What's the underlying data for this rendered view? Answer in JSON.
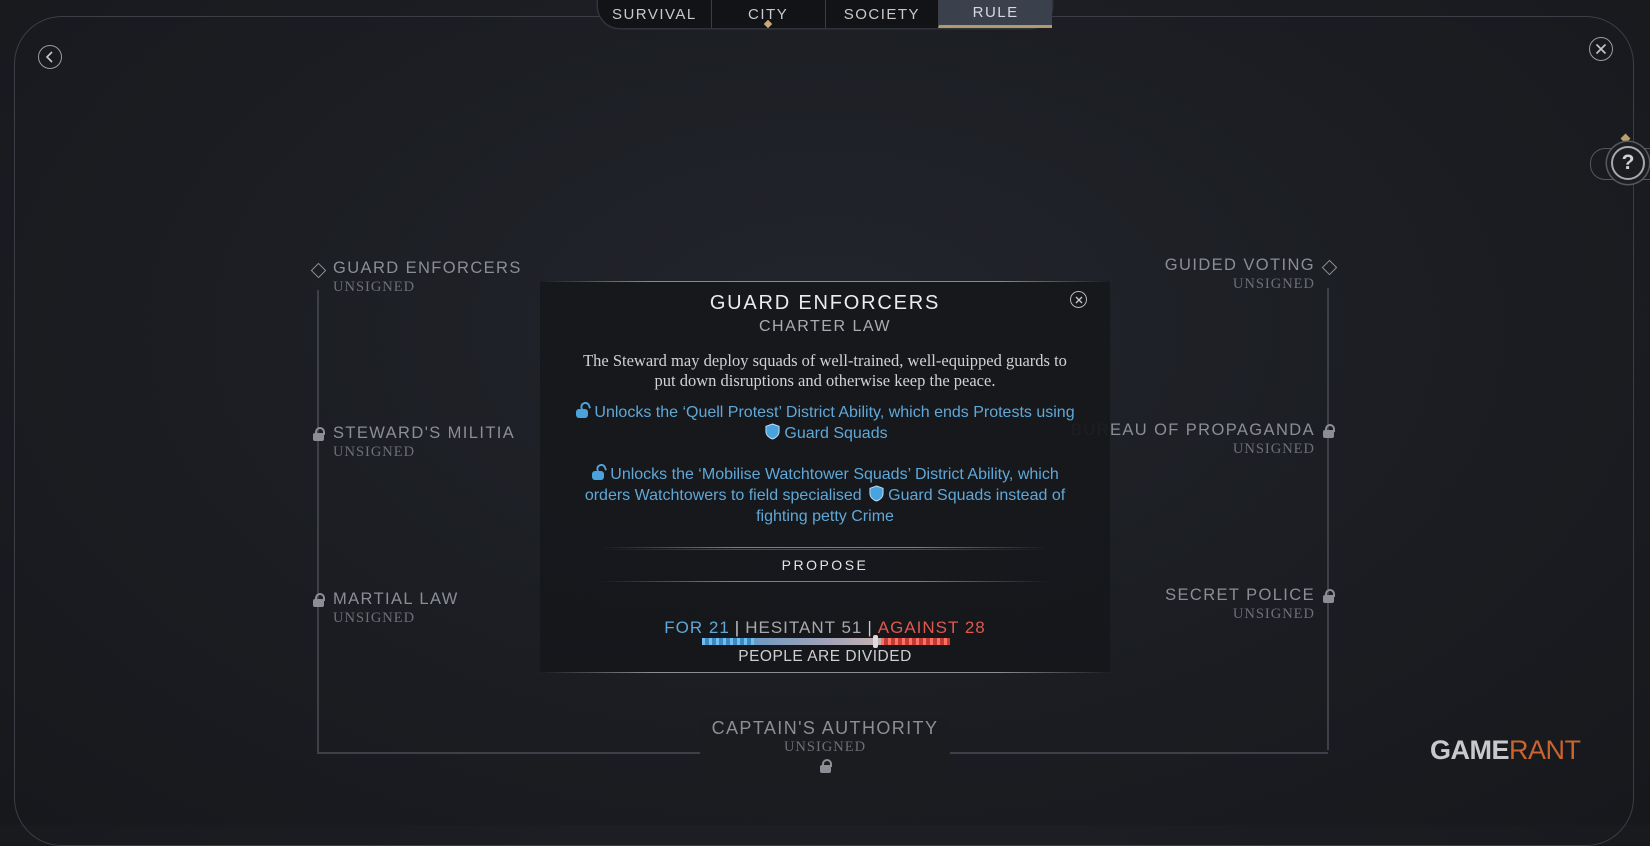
{
  "tabs": [
    {
      "label": "SURVIVAL",
      "active": false
    },
    {
      "label": "CITY",
      "active": false,
      "notification": true
    },
    {
      "label": "SOCIETY",
      "active": false
    },
    {
      "label": "RULE",
      "active": true
    }
  ],
  "icons": {
    "back": "chevron-left-icon",
    "close": "close-icon",
    "help": "question-icon",
    "help_symbol": "?",
    "back_symbol": "‹",
    "close_symbol": "✕"
  },
  "laws": {
    "left": [
      {
        "name": "GUARD ENFORCERS",
        "status": "UNSIGNED",
        "icon": "diamond"
      },
      {
        "name": "STEWARD'S MILITIA",
        "status": "UNSIGNED",
        "icon": "lock"
      },
      {
        "name": "MARTIAL LAW",
        "status": "UNSIGNED",
        "icon": "lock"
      }
    ],
    "right": [
      {
        "name": "GUIDED VOTING",
        "status": "UNSIGNED",
        "icon": "diamond"
      },
      {
        "name": "BUREAU OF PROPAGANDA",
        "status": "UNSIGNED",
        "icon": "lock"
      },
      {
        "name": "SECRET POLICE",
        "status": "UNSIGNED",
        "icon": "lock"
      }
    ],
    "bottom": {
      "name": "CAPTAIN'S AUTHORITY",
      "status": "UNSIGNED",
      "icon": "lock"
    }
  },
  "modal": {
    "title": "GUARD ENFORCERS",
    "subtitle": "CHARTER LAW",
    "close_symbol": "✕",
    "description": "The Steward may deploy squads of well-trained, well-equipped guards to put down disruptions and otherwise keep the peace.",
    "effects": [
      {
        "pre": "Unlocks the ‘Quell Protest’ District Ability, which ends Protests using",
        "unit": "Guard Squads",
        "post": ""
      },
      {
        "pre": "Unlocks the ‘Mobilise Watchtower Squads’ District Ability, which orders Watchtowers to field specialised",
        "unit": "Guard Squads",
        "post": "instead of fighting petty Crime"
      }
    ],
    "propose_label": "PROPOSE",
    "votes": {
      "for_label": "FOR",
      "for_value": "21",
      "hesitant_label": "HESITANT",
      "hesitant_value": "51",
      "against_label": "AGAINST",
      "against_value": "28",
      "separator": "|",
      "for_pct": 21,
      "hesitant_pct": 51,
      "against_pct": 28
    },
    "verdict": "PEOPLE ARE DIVIDED"
  },
  "colors": {
    "for": "#5fa8d8",
    "against": "#e0584f",
    "accent_gold": "#b29a6a",
    "background": "#1b1d22"
  },
  "watermark": {
    "part1": "GAME",
    "part2": "RANT"
  }
}
